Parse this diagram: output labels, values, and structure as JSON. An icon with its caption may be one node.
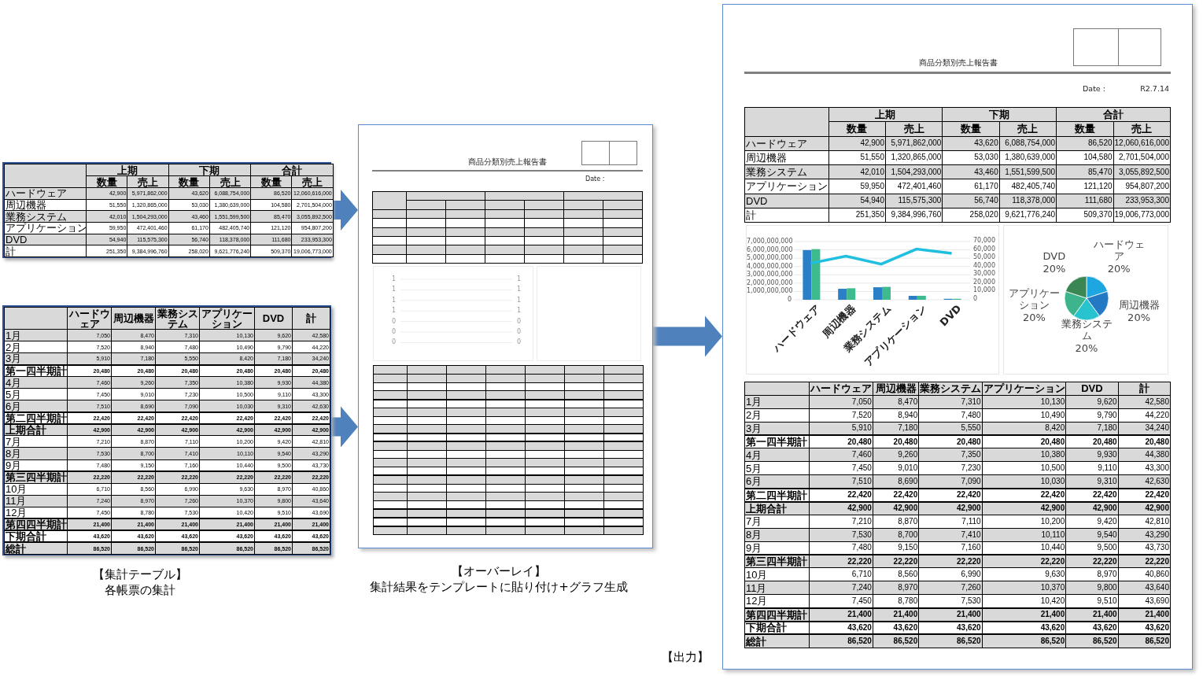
{
  "diagram": {
    "nodes": [
      {
        "text": [],
        "shape": "table"
      },
      {
        "text": [],
        "shape": "table"
      },
      {
        "text": [
          "商品分類別売上報告書",
          "Date :"
        ],
        "beside": [
          "【オーバーレイ】",
          "集計結果をテンプレートに貼り付け+グラフ生成"
        ]
      },
      {
        "text": [
          "商品分類別売上報告書",
          "Date :",
          "R2.7.14"
        ],
        "beside": [
          "【出力】"
        ]
      }
    ],
    "edges": [
      {
        "from": 0,
        "to": 2,
        "arrow": "to"
      },
      {
        "from": 1,
        "to": 2,
        "arrow": "to"
      },
      {
        "from": 2,
        "to": 3,
        "arrow": "to"
      }
    ],
    "labels": [
      "上期",
      "下期",
      "合計",
      "数量",
      "売上",
      "数量",
      "売上",
      "数量",
      "売上",
      "ハードウェア",
      "42,900",
      "5,971,862,000",
      "43,620",
      "6,088,754,000",
      "86,520",
      "12,060,616,000",
      "周辺機器",
      "51,550",
      "1,320,865,000",
      "53,030",
      "1,380,639,000",
      "104,580",
      "2,701,504,000",
      "業務システム",
      "42,010",
      "1,504,293,000",
      "43,460",
      "1,551,599,500",
      "85,470",
      "3,055,892,500",
      "アプリケーション",
      "59,950",
      "472,401,460",
      "61,170",
      "482,405,740",
      "121,120",
      "954,807,200",
      "DVD",
      "54,940",
      "115,575,300",
      "56,740",
      "118,378,000",
      "111,680",
      "233,953,300",
      "計",
      "251,350",
      "9,384,996,760",
      "258,020",
      "9,621,776,240",
      "509,370",
      "19,006,773,000",
      "ハードウェア",
      "周辺機器",
      "業務システム",
      "アプリケーション",
      "DVD",
      "計",
      "1月",
      "7,050",
      "8,470",
      "7,310",
      "10,130",
      "9,620",
      "42,580",
      "2月",
      "7,520",
      "8,940",
      "7,480",
      "10,490",
      "9,790",
      "44,220",
      "3月",
      "5,910",
      "7,180",
      "5,550",
      "8,420",
      "7,180",
      "34,240",
      "第一四半期計",
      "20,480",
      "20,480",
      "20,480",
      "20,480",
      "20,480",
      "20,480",
      "4月",
      "7,460",
      "9,260",
      "7,350",
      "10,380",
      "9,930",
      "44,380",
      "5月",
      "7,450",
      "9,010",
      "7,230",
      "10,500",
      "9,110",
      "43,300",
      "6月",
      "7,510",
      "8,690",
      "7,090",
      "10,030",
      "9,310",
      "42,630",
      "第二四半期計",
      "22,420",
      "22,420",
      "22,420",
      "22,420",
      "22,420",
      "22,420",
      "上期合計",
      "42,900",
      "42,900",
      "42,900",
      "42,900",
      "42,900",
      "42,900",
      "7月",
      "7,210",
      "8,870",
      "7,110",
      "10,200",
      "9,420",
      "42,810",
      "8月",
      "7,530",
      "8,700",
      "7,410",
      "10,110",
      "9,540",
      "43,290",
      "9月",
      "7,480",
      "9,150",
      "7,160",
      "10,440",
      "9,500",
      "43,730",
      "第三四半期計",
      "22,220",
      "22,220",
      "22,220",
      "22,220",
      "22,220",
      "22,220",
      "10月",
      "6,710",
      "8,560",
      "6,990",
      "9,630",
      "8,970",
      "40,860",
      "11月",
      "7,240",
      "8,970",
      "7,260",
      "10,370",
      "9,800",
      "43,640",
      "12月",
      "7,450",
      "8,780",
      "7,530",
      "10,420",
      "9,510",
      "43,690",
      "第四四半期計",
      "21,400",
      "21,400",
      "21,400",
      "21,400",
      "21,400",
      "21,400",
      "下期合計",
      "43,620",
      "43,620",
      "43,620",
      "43,620",
      "43,620",
      "43,620",
      "総計",
      "86,520",
      "86,520",
      "86,520",
      "86,520",
      "86,520",
      "86,520",
      "【集計テーブル】",
      "各帳票の集計",
      "1",
      "1",
      "1",
      "1",
      "1",
      "1",
      "1",
      "1",
      "0",
      "0",
      "0",
      "0",
      "0",
      "0",
      "上期",
      "下期",
      "合計",
      "数量",
      "売上",
      "数量",
      "売上",
      "数量",
      "売上",
      "ハードウェア",
      "42,900",
      "5,971,862,000",
      "43,620",
      "6,088,754,000",
      "86,520",
      "12,060,616,000",
      "周辺機器",
      "51,550",
      "1,320,865,000",
      "53,030",
      "1,380,639,000",
      "104,580",
      "2,701,504,000",
      "業務システム",
      "42,010",
      "1,504,293,000",
      "43,460",
      "1,551,599,500",
      "85,470",
      "3,055,892,500",
      "アプリケーション",
      "59,950",
      "472,401,460",
      "61,170",
      "482,405,740",
      "121,120",
      "954,807,200",
      "DVD",
      "54,940",
      "115,575,300",
      "56,740",
      "118,378,000",
      "111,680",
      "233,953,300",
      "計",
      "251,350",
      "9,384,996,760",
      "258,020",
      "9,621,776,240",
      "509,370",
      "19,006,773,000",
      "ハードウェア",
      "周辺機器",
      "業務システム",
      "アプリケーション",
      "DVD",
      "計",
      "1月",
      "7,050",
      "8,470",
      "7,310",
      "10,130",
      "9,620",
      "42,580",
      "2月",
      "7,520",
      "8,940",
      "7,480",
      "10,490",
      "9,790",
      "44,220",
      "3月",
      "5,910",
      "7,180",
      "5,550",
      "8,420",
      "7,180",
      "34,240",
      "第一四半期計",
      "20,480",
      "20,480",
      "20,480",
      "20,480",
      "20,480",
      "20,480",
      "4月",
      "7,460",
      "9,260",
      "7,350",
      "10,380",
      "9,930",
      "44,380",
      "5月",
      "7,450",
      "9,010",
      "7,230",
      "10,500",
      "9,110",
      "43,300",
      "6月",
      "7,510",
      "8,690",
      "7,090",
      "10,030",
      "9,310",
      "42,630",
      "第二四半期計",
      "22,420",
      "22,420",
      "22,420",
      "22,420",
      "22,420",
      "22,420",
      "上期合計",
      "42,900",
      "42,900",
      "42,900",
      "42,900",
      "42,900",
      "42,900",
      "7月",
      "7,210",
      "8,870",
      "7,110",
      "10,200",
      "9,420",
      "42,810",
      "8月",
      "7,530",
      "8,700",
      "7,410",
      "10,110",
      "9,540",
      "43,290",
      "9月",
      "7,480",
      "9,150",
      "7,160",
      "10,440",
      "9,500",
      "43,730",
      "第三四半期計",
      "22,220",
      "22,220",
      "22,220",
      "22,220",
      "22,220",
      "22,220",
      "10月",
      "6,710",
      "8,560",
      "6,990",
      "9,630",
      "8,970",
      "40,860",
      "11月",
      "7,240",
      "8,970",
      "7,260",
      "10,370",
      "9,800",
      "43,640",
      "12月",
      "7,450",
      "8,780",
      "7,530",
      "10,420",
      "9,510",
      "43,690",
      "第四四半期計",
      "21,400",
      "21,400",
      "21,400",
      "21,400",
      "21,400",
      "21,400",
      "下期合計",
      "43,620",
      "43,620",
      "43,620",
      "43,620",
      "43,620",
      "43,620",
      "総計",
      "86,520",
      "86,520",
      "86,520",
      "86,520",
      "86,520",
      "86,520"
    ],
    "chart_data": [
      {
        "type": "bar",
        "categories": [
          "ハードウェア",
          "周辺機器",
          "業務システム",
          "アプリケーション",
          "DVD"
        ],
        "series": [
          {
            "color": "#2a7fc6",
            "values": [
              5971862000,
              1320865000,
              1504293000,
              472401460,
              115575300
            ]
          },
          {
            "color": "#3dbb8e",
            "values": [
              6088754000,
              1380639000,
              1551599500,
              482405740,
              118378000
            ]
          }
        ],
        "ylim": [
          0,
          7000000000
        ],
        "grid": true,
        "yticks": [
          {
            "value": 0,
            "label": "0"
          },
          {
            "value": 1000000000,
            "label": "1,000,000,000"
          },
          {
            "value": 2000000000,
            "label": "2,000,000,000"
          },
          {
            "value": 3000000000,
            "label": "3,000,000,000"
          },
          {
            "value": 4000000000,
            "label": "4,000,000,000"
          },
          {
            "value": 5000000000,
            "label": "5,000,000,000"
          },
          {
            "value": 6000000000,
            "label": "6,000,000,000"
          },
          {
            "value": 7000000000,
            "label": "7,000,000,000"
          }
        ]
      },
      {
        "type": "line",
        "categories": [
          null,
          null,
          null,
          null,
          null
        ],
        "series": [
          {
            "color": "#1fbfe0",
            "values": [
              42900,
              51550,
              42010,
              59950,
              54940
            ]
          }
        ],
        "ylim": [
          0,
          70000
        ],
        "yticks": [
          {
            "value": 0,
            "label": "0"
          },
          {
            "value": 10000,
            "label": "10,000"
          },
          {
            "value": 20000,
            "label": "20,000"
          },
          {
            "value": 30000,
            "label": "30,000"
          },
          {
            "value": 40000,
            "label": "40,000"
          },
          {
            "value": 50000,
            "label": "50,000"
          },
          {
            "value": 60000,
            "label": "60,000"
          },
          {
            "value": 70000,
            "label": "70,000"
          }
        ]
      },
      {
        "type": "pie",
        "categories": [
          "ハードウェア",
          "周辺機器",
          "業務システム",
          "アプリケーション",
          "DVD"
        ],
        "values": [
          20,
          20,
          20,
          20,
          20
        ],
        "value_labels": [
          "20%",
          "20%",
          "20%",
          "20%",
          "20%"
        ]
      }
    ]
  }
}
